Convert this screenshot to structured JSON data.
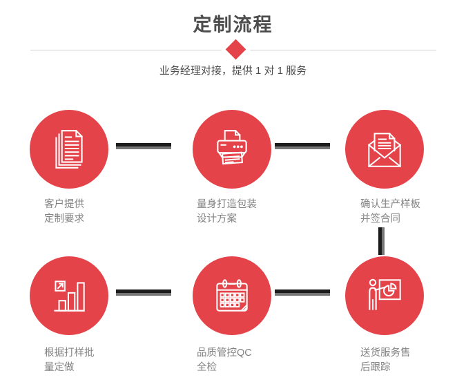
{
  "header": {
    "title": "定制流程",
    "subtitle": "业务经理对接，提供 1 对 1 服务"
  },
  "steps": [
    {
      "icon": "documents-icon",
      "line1": "客户提供",
      "line2": "定制要求"
    },
    {
      "icon": "printer-icon",
      "line1": "量身打造包装",
      "line2": "设计方案"
    },
    {
      "icon": "envelope-icon",
      "line1": "确认生产样板",
      "line2": "并签合同"
    },
    {
      "icon": "bar-chart-icon",
      "line1": "根据打样批",
      "line2": "量定做"
    },
    {
      "icon": "calendar-icon",
      "line1": "品质管控QC",
      "line2": "全检"
    },
    {
      "icon": "presentation-icon",
      "line1": "送货服务售",
      "line2": "后跟踪"
    }
  ],
  "colors": {
    "accent_red": "#e5434a",
    "icon_stroke": "#ffffff",
    "connector_dark": "#1c1c1c",
    "connector_gray": "#757575",
    "divider_gray": "#cfcfcf",
    "title_text": "#4c4c4c",
    "label_text": "#828282",
    "background": "#ffffff"
  }
}
